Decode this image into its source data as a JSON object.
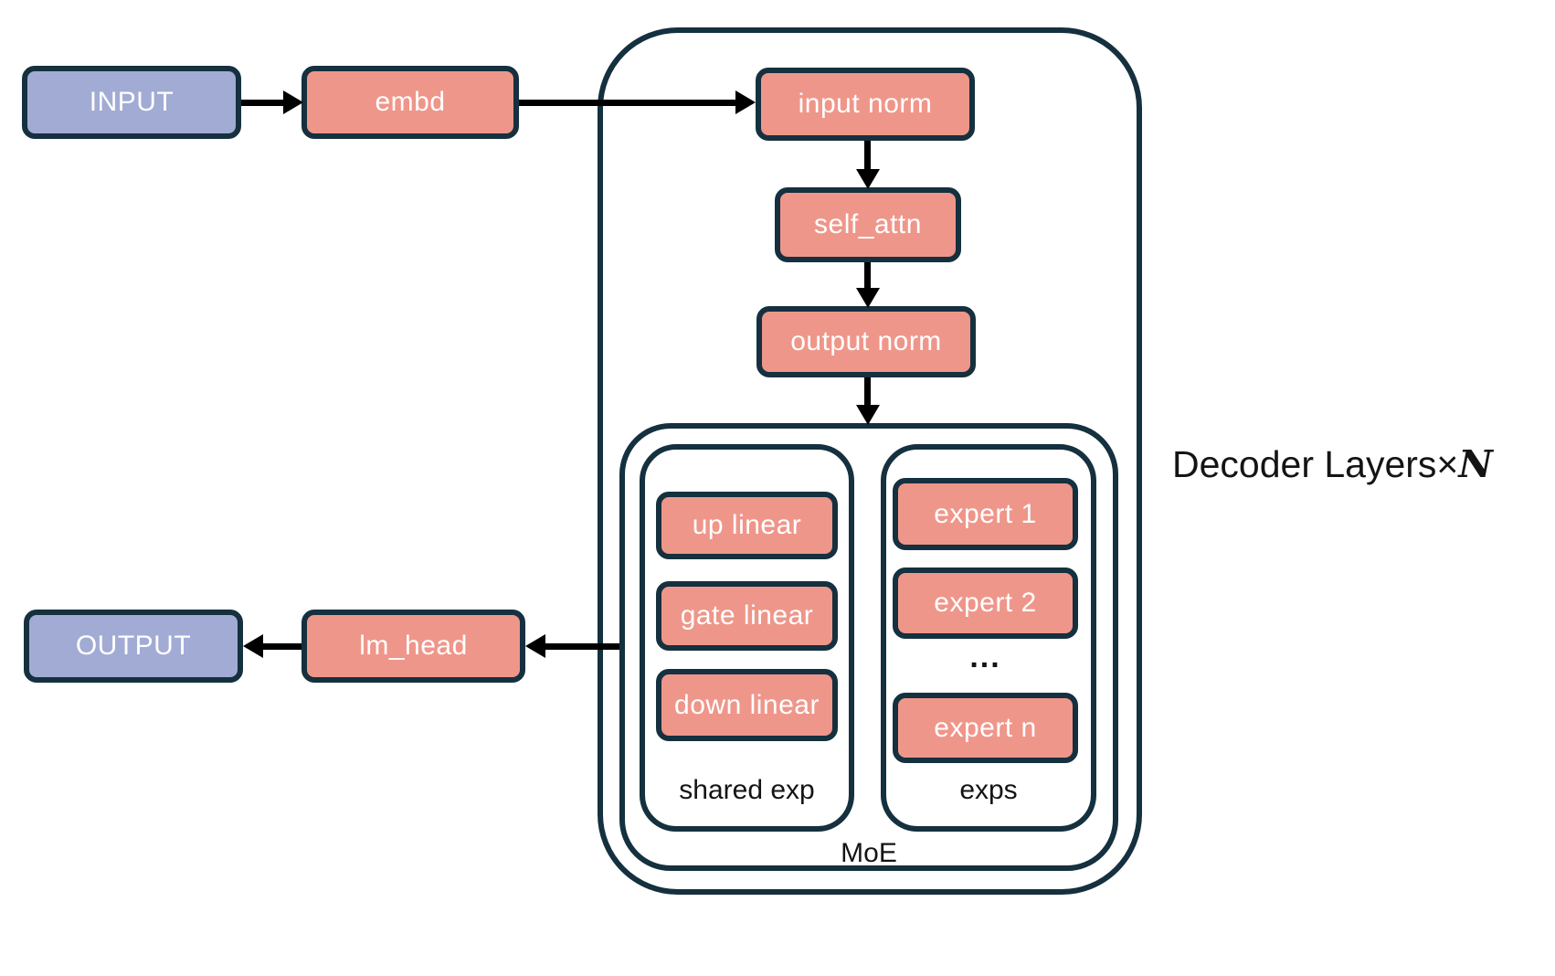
{
  "colors": {
    "border": "#15303e",
    "salmon": "#ef968a",
    "purple": "#a2abd4",
    "arrow": "#000000",
    "label": "#141414"
  },
  "nodes": {
    "input": "INPUT",
    "embd": "embd",
    "input_norm": "input norm",
    "self_attn": "self_attn",
    "output_norm": "output norm",
    "up_linear": "up linear",
    "gate_linear": "gate linear",
    "down_linear": "down linear",
    "expert_1": "expert 1",
    "expert_2": "expert 2",
    "expert_dots": "...",
    "expert_n": "expert n",
    "lm_head": "lm_head",
    "output": "OUTPUT"
  },
  "labels": {
    "shared_exp": "shared exp",
    "exps": "exps",
    "moe": "MoE",
    "decoder_layers": "Decoder Layers×",
    "n": "N"
  }
}
